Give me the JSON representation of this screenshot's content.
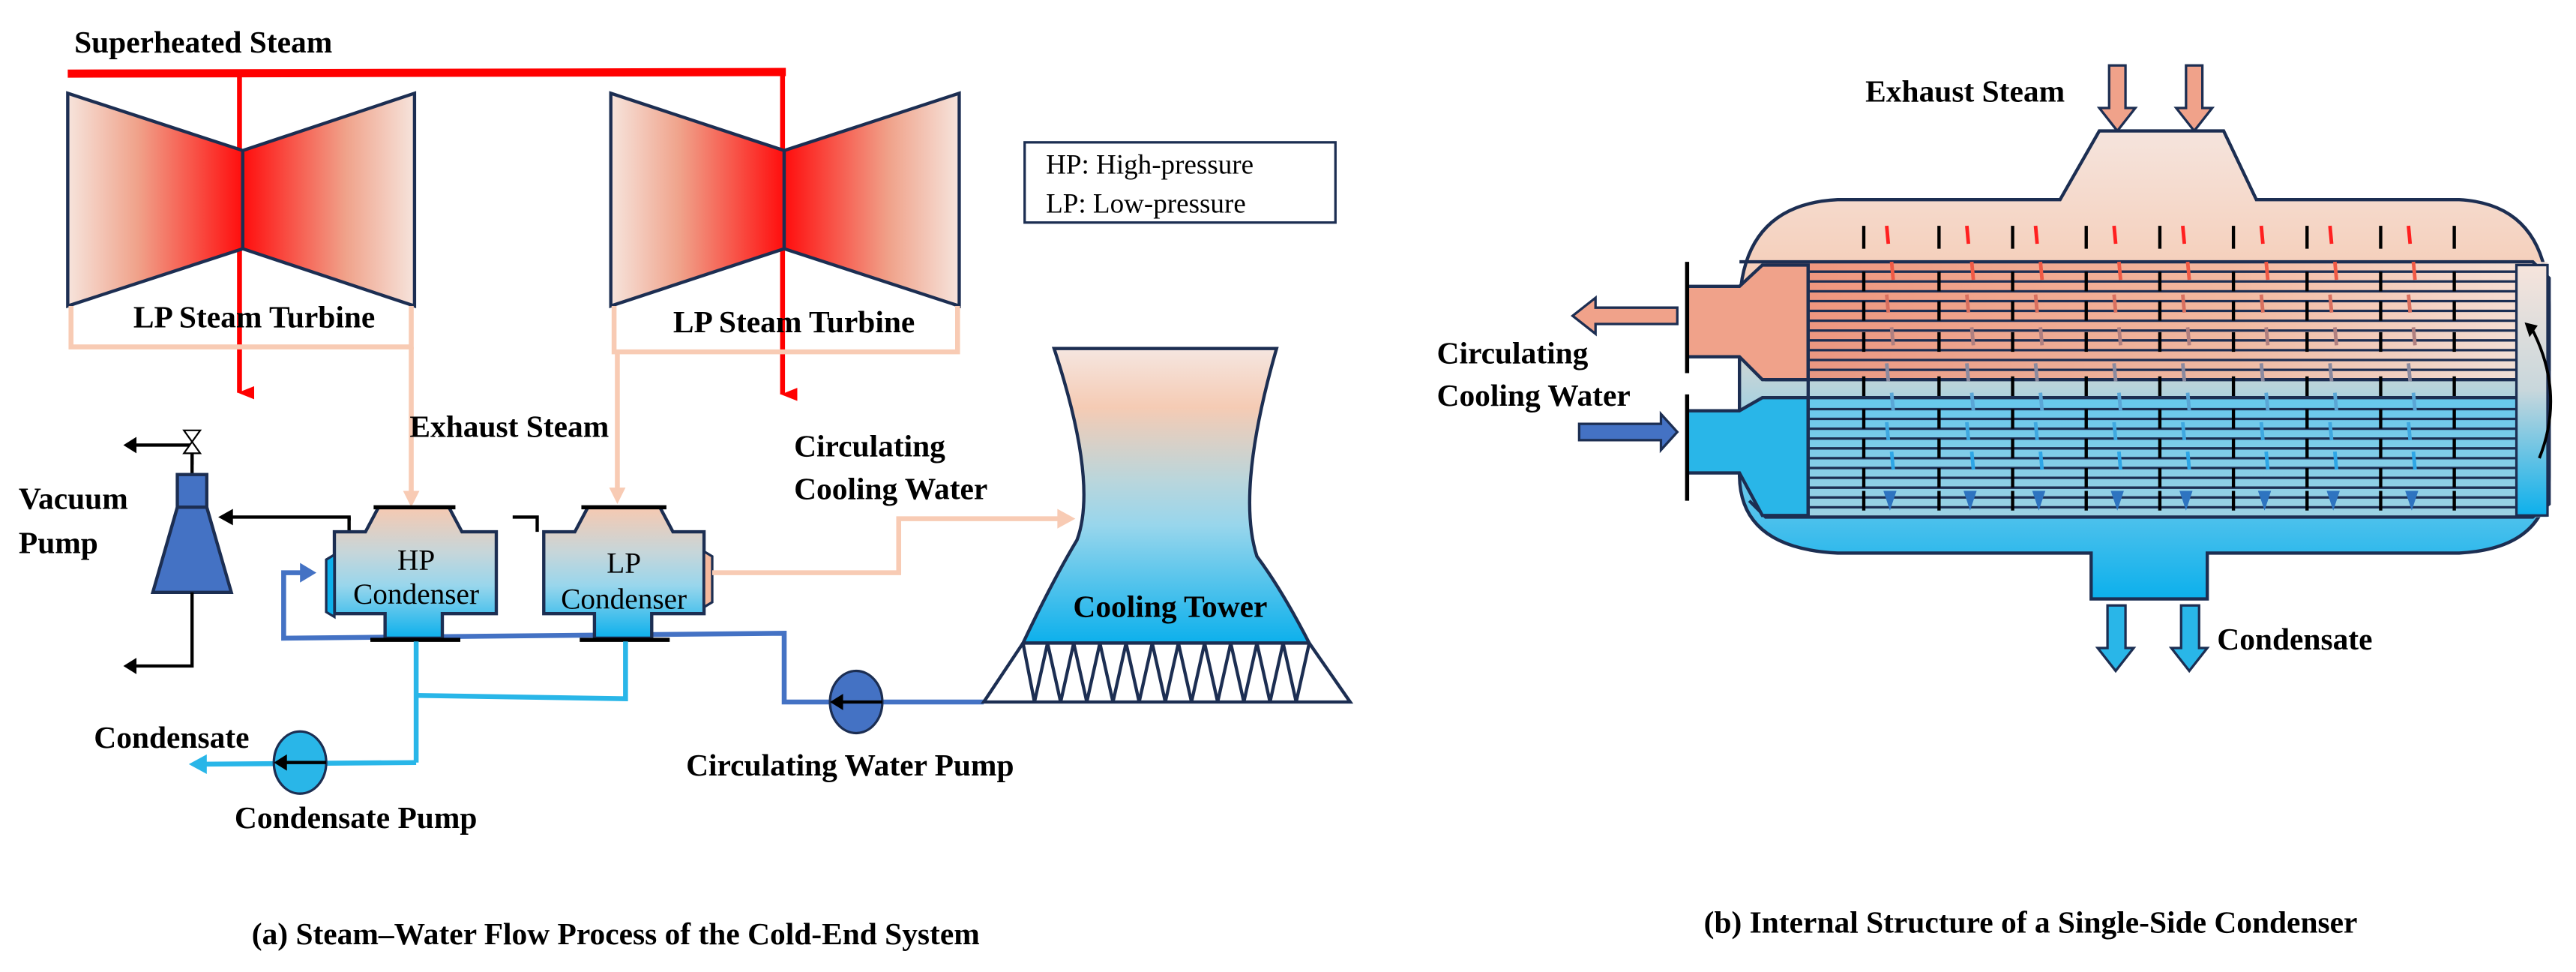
{
  "panel_a": {
    "caption": "(a) Steam–Water Flow Process of the Cold-End System",
    "superheated_steam": "Superheated Steam",
    "turbine_left": "LP Steam Turbine",
    "turbine_right": "LP Steam Turbine",
    "legend": [
      "HP: High-pressure",
      "LP: Low-pressure"
    ],
    "exhaust_steam": "Exhaust Steam",
    "vacuum_pump": [
      "Vacuum",
      "Pump"
    ],
    "hp_condenser": [
      "HP",
      "Condenser"
    ],
    "lp_condenser": [
      "LP",
      "Condenser"
    ],
    "circulating_cooling_water": [
      "Circulating",
      "Cooling Water"
    ],
    "cooling_tower": "Cooling Tower",
    "condensate": "Condensate",
    "condensate_pump": "Condensate Pump",
    "circulating_water_pump": "Circulating Water Pump"
  },
  "panel_b": {
    "caption": "(b) Internal Structure of a Single-Side Condenser",
    "exhaust_steam": "Exhaust Steam",
    "circulating_cooling_water": [
      "Circulating",
      "Cooling Water"
    ],
    "condensate": "Condensate"
  },
  "colors": {
    "steam_red": "#ff0000",
    "steam_light": "#f8cbb4",
    "pipe_blue": "#4472c4",
    "water_cyan": "#29b6e8",
    "outline": "#1c2e52"
  }
}
